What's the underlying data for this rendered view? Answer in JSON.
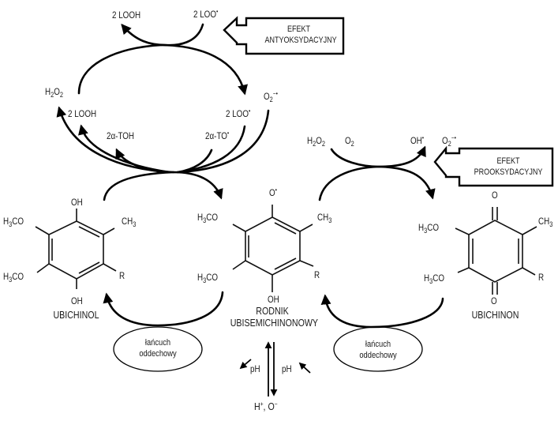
{
  "title": "Ubiquinone redox cycle: antioxidant and prooxidant effects",
  "effects": {
    "antioxidant": [
      "EFEKT",
      "ANTYOKSYDACYJNY"
    ],
    "prooxidant": [
      "EFEKT",
      "PROOKSYDACYJNY"
    ]
  },
  "species": {
    "top_looh": "2 LOOH",
    "top_loo": "2 LOO",
    "h2o2_left": {
      "main": "H",
      "sub1": "2",
      "mid": "O",
      "sub2": "2"
    },
    "mid_looh": "2 LOOH",
    "mid_loo": "2 LOO",
    "o2_left": {
      "main": "O",
      "sub": "2",
      "sup": "−•"
    },
    "toh": "2α-TOH",
    "to": "2α-TO",
    "radical_dot": "•",
    "h2o2_right": {
      "main": "H",
      "sub1": "2",
      "mid": "O",
      "sub2": "2"
    },
    "o2_right_reactant": {
      "main": "O",
      "sub": "2"
    },
    "oh_radical": "OH",
    "o2_right": {
      "main": "O",
      "sub": "2",
      "sup": "−•"
    }
  },
  "molecules": {
    "ubiquinol": {
      "name": "UBICHINOL",
      "top": "OH",
      "bottom": "OH",
      "left_top": {
        "a": "H",
        "s": "3",
        "b": "CO"
      },
      "left_bottom": {
        "a": "H",
        "s": "3",
        "b": "CO"
      },
      "right_top": {
        "a": "CH",
        "s": "3"
      },
      "right_bottom": "R"
    },
    "semiquinone": {
      "name_line1": "RODNIK",
      "name_line2": "UBISEMICHINONOWY",
      "top": "O",
      "top_dot": "•",
      "bottom": "OH",
      "left_top": {
        "a": "H",
        "s": "3",
        "b": "CO"
      },
      "left_bottom": {
        "a": "H",
        "s": "3",
        "b": "CO"
      },
      "right_top": {
        "a": "CH",
        "s": "3"
      },
      "right_bottom": "R"
    },
    "ubiquinone": {
      "name": "UBICHINON",
      "top": "O",
      "bottom": "O",
      "left_top": {
        "a": "H",
        "s": "3",
        "b": "CO"
      },
      "left_bottom": {
        "a": "H",
        "s": "3",
        "b": "CO"
      },
      "right_top": {
        "a": "CH",
        "s": "3"
      },
      "right_bottom": "R"
    }
  },
  "respiratory_chain": {
    "left": [
      "łańcuch",
      "oddechowy"
    ],
    "right": [
      "łańcuch",
      "oddechowy"
    ]
  },
  "equilibrium": {
    "ph_left": "pH",
    "ph_right": "pH",
    "products": {
      "h": "H",
      "plus": "+",
      "sep": ", O",
      "minus": "−"
    }
  }
}
